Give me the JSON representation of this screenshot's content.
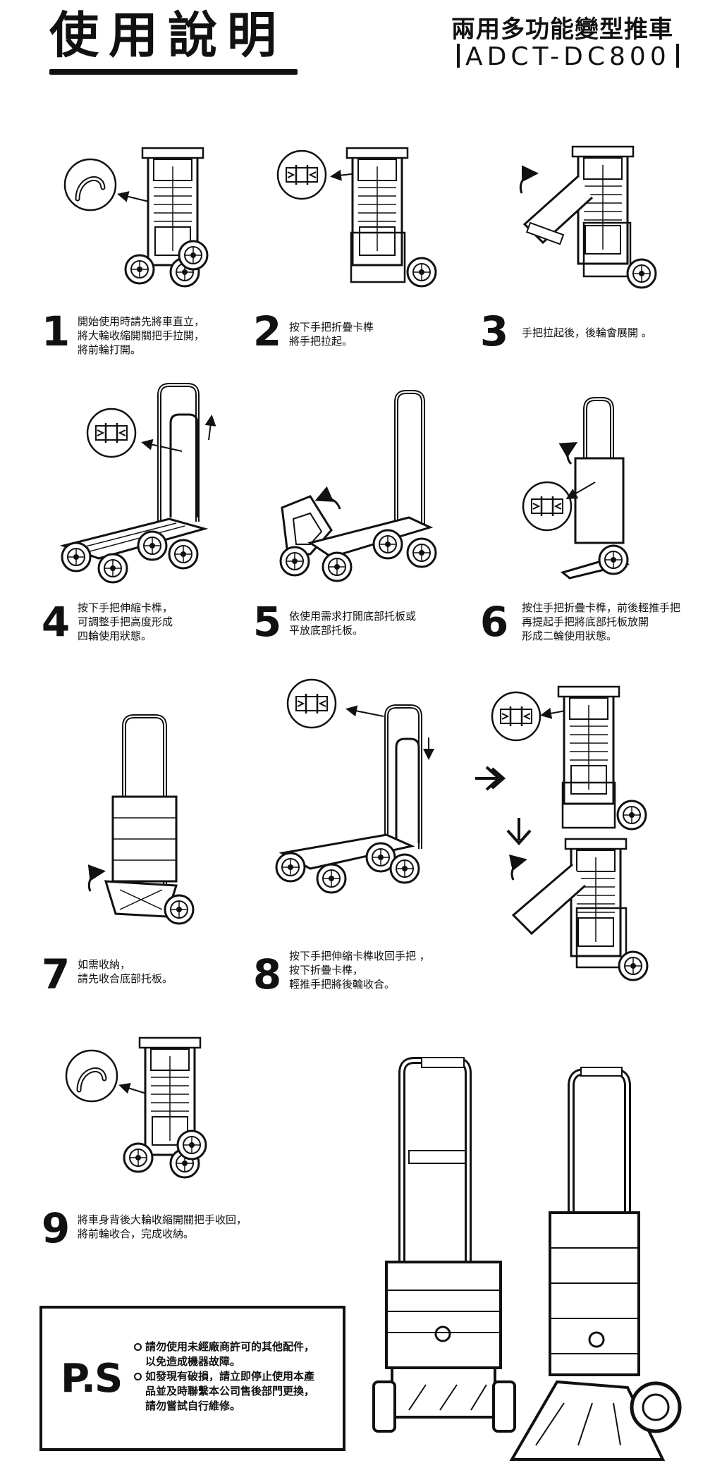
{
  "header": {
    "title": "使用說明",
    "product_name": "兩用多功能變型推車",
    "model": "ADCT-DC800"
  },
  "steps": [
    {
      "num": "1",
      "lines": [
        "開始使用時請先將車直立，",
        "將大輪收縮開關把手拉開，",
        "將前輪打開。"
      ]
    },
    {
      "num": "2",
      "lines": [
        "按下手把折疊卡榫",
        "將手把拉起。"
      ]
    },
    {
      "num": "3",
      "lines": [
        "手把拉起後，後輪會展開 。"
      ]
    },
    {
      "num": "4",
      "lines": [
        "按下手把伸縮卡榫，",
        "可調整手把高度形成",
        "四輪使用狀態。"
      ]
    },
    {
      "num": "5",
      "lines": [
        "依使用需求打開底部托板或",
        "平放底部托板。"
      ]
    },
    {
      "num": "6",
      "lines": [
        "按住手把折疊卡榫，前後輕推手把",
        "再提起手把將底部托板放開",
        "形成二輪使用狀態。"
      ]
    },
    {
      "num": "7",
      "lines": [
        "如需收納，",
        "請先收合底部托板。"
      ]
    },
    {
      "num": "8",
      "lines": [
        "按下手把伸縮卡榫收回手把 ，",
        "按下折疊卡榫，",
        "輕推手把將後輪收合。"
      ]
    },
    {
      "num": "9",
      "lines": [
        "將車身背後大輪收縮開關把手收回，",
        "將前輪收合，完成收納。"
      ]
    }
  ],
  "ps": {
    "label": "P.S",
    "items": [
      "請勿使用未經廠商許可的其他配件，以免造成機器故障。",
      "如發現有破損，請立即停止使用本產品並及時聯繫本公司售後部門更換，請勿嘗試自行維修。"
    ]
  }
}
